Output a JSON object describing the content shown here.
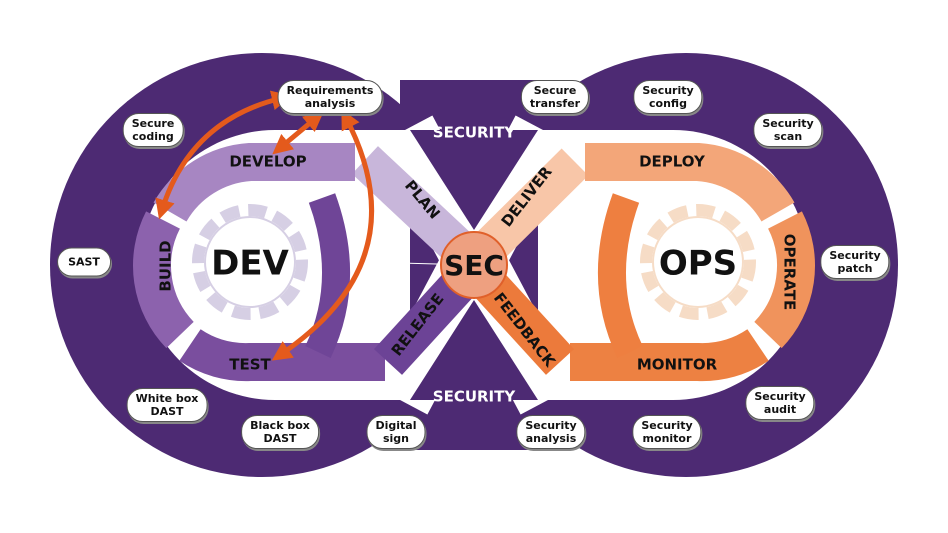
{
  "colors": {
    "purple_bg": "#4d2a73",
    "orange_arrow": "#e45a1c",
    "sec_fill": "#eea080"
  },
  "center": {
    "dev": "DEV",
    "sec": "SEC",
    "ops": "OPS"
  },
  "security_labels": {
    "top": "SECURITY",
    "bottom": "SECURITY"
  },
  "stages": {
    "plan": "PLAN",
    "develop": "DEVELOP",
    "build": "BUILD",
    "test": "TEST",
    "release": "RELEASE",
    "deliver": "DELIVER",
    "deploy": "DEPLOY",
    "operate": "OPERATE",
    "monitor": "MONITOR",
    "feedback": "FEEDBACK"
  },
  "pills": {
    "requirements": [
      "Requirements",
      "analysis"
    ],
    "secure_coding": [
      "Secure",
      "coding"
    ],
    "sast": [
      "SAST"
    ],
    "white_box": [
      "White box",
      "DAST"
    ],
    "black_box": [
      "Black box",
      "DAST"
    ],
    "digital_sign": [
      "Digital",
      "sign"
    ],
    "secure_transfer": [
      "Secure",
      "transfer"
    ],
    "security_config": [
      "Security",
      "config"
    ],
    "security_scan": [
      "Security",
      "scan"
    ],
    "security_patch": [
      "Security",
      "patch"
    ],
    "security_audit": [
      "Security",
      "audit"
    ],
    "security_analysis": [
      "Security",
      "analysis"
    ],
    "security_monitor": [
      "Security",
      "monitor"
    ]
  }
}
